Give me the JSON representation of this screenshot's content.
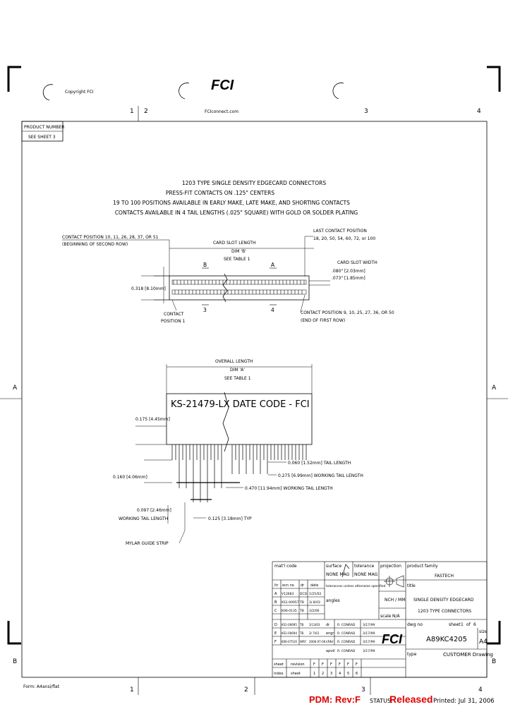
{
  "header": {
    "copyright": "Copyright FCI",
    "logo": "FCI",
    "website": "FCIconnect.com",
    "zones_top": [
      "1",
      "2",
      "3",
      "4"
    ],
    "zones_bottom": [
      "1",
      "2",
      "3",
      "4"
    ],
    "zone_left_a": "A",
    "zone_left_b": "B",
    "zone_right_a": "A",
    "zone_right_b": "B"
  },
  "product_number_box": {
    "label": "PRODUCT NUMBER",
    "value": "SEE SHEET 3"
  },
  "description": [
    "1203 TYPE SINGLE DENSITY EDGECARD CONNECTORS",
    "PRESS-FIT CONTACTS ON .125\" CENTERS",
    "19 TO 100 POSITIONS AVAILABLE IN EARLY MAKE, LATE MAKE, AND SHORTING CONTACTS",
    "CONTACTS AVAILABLE IN 4 TAIL LENGTHS (.025\" SQUARE) WITH GOLD OR SOLDER PLATING"
  ],
  "top_view": {
    "contact_pos_second_row": "CONTACT POSITION 10, 11, 26, 28, 37, OR 51",
    "second_row_note": "(BEGINNING OF SECOND ROW)",
    "card_slot_length": "CARD SLOT LENGTH",
    "dim_b": "DIM 'B'",
    "see_table": "SEE TABLE 1",
    "last_contact": "LAST CONTACT POSITION",
    "last_contact_values": "18, 20, 50, 54, 60, 72, or 100",
    "card_slot_width": "CARD SLOT WIDTH",
    "slot_w1": ".080\" [2.03mm]",
    "slot_w2": ".073\" [1.85mm]",
    "height_dim": "0.318 [8.10mm]",
    "section_b": "B",
    "section_a": "A",
    "mark_3": "3",
    "mark_4": "4",
    "contact_pos1_a": "CONTACT",
    "contact_pos1_b": "POSITION 1",
    "contact_pos_first_row": "CONTACT POSITION 9, 10, 25, 27, 36, OR 50",
    "first_row_note": "(END OF FIRST ROW)"
  },
  "side_view": {
    "overall_length": "OVERALL LENGTH",
    "dim_a": "DIM 'A'",
    "see_table": "SEE TABLE 1",
    "body_label": "KS-21479-LX   DATE CODE - FCI",
    "dim_175": "0.175 [4.45mm]",
    "dim_160": "0.160 [4.06mm]",
    "dim_060": "0.060 [1.52mm] TAIL LENGTH",
    "dim_275": "0.275 [6.99mm] WORKING TAIL LENGTH",
    "dim_470": "0.470 [11.94mm] WORKING TAIL LENGTH",
    "dim_097_a": "0.097 [2.46mm]",
    "dim_097_b": "WORKING TAIL LENGTH",
    "dim_125": "0.125 [3.18mm] TYP",
    "mylar": "MYLAR GUIDE STRIP"
  },
  "title_block": {
    "matl_code": "mat'l code",
    "surface": "surface",
    "surface_val": "NONE  MAG",
    "tolerance": "tolerance",
    "tolerance_val": "NONE  MAG",
    "projection": "projection",
    "product_family": "product family",
    "product_family_val": "FASTECH",
    "title_label": "title",
    "title_line1": "SINGLE DENSITY EDGECARD",
    "title_line2": "1203 TYPE CONNECTORS",
    "tolerance_note": "tolerances unless otherwise specified",
    "angles": "angles",
    "projection_val": "NCH / MM",
    "scale_label": "scale",
    "scale_val": "N/A",
    "rev_headers": [
      "ltr",
      "ecn no",
      "dr",
      "date"
    ],
    "revisions": [
      [
        "A",
        "V12683",
        "DCD",
        "1/25/02"
      ],
      [
        "B",
        "KS1-00957",
        "TB",
        "3/ 8/03"
      ],
      [
        "C",
        "K06-0135",
        "TB",
        "3/2/06"
      ],
      [
        "D",
        "KS1-00695",
        "TB",
        "3/13/03"
      ],
      [
        "E",
        "KS1-00694",
        "TB",
        "3/ 7/03"
      ],
      [
        "F",
        "K06-07516",
        "WRY",
        "2006-07-06"
      ]
    ],
    "signoffs": [
      {
        "role": "dr",
        "name": "R. CONRAD",
        "date": "3/17/99"
      },
      {
        "role": "engr",
        "name": "R. CONRAD",
        "date": "3/17/99"
      },
      {
        "role": "chkr",
        "name": "R. CONRAD",
        "date": "3/17/99"
      },
      {
        "role": "apvd",
        "name": "R. CONRAD",
        "date": "3/17/99"
      }
    ],
    "dwg_no_label": "dwg no",
    "dwg_no": "A89KC4205",
    "sheet_label": "sheet",
    "sheet_val": "1",
    "of_label": "of",
    "of_val": "6",
    "size_label": "size",
    "size_val": "A4",
    "type_label": "type",
    "type_val": "CUSTOMER Drawing",
    "sheet_row_label": "sheet",
    "revision_label": "revision",
    "revision_vals": [
      "F",
      "F",
      "F",
      "F",
      "F",
      "F"
    ],
    "index_label": "index",
    "index_vals": [
      "sheet",
      "1",
      "2",
      "3",
      "4",
      "5",
      "6"
    ]
  },
  "footer": {
    "form": "Form: A4ansi/flat",
    "pdm": "PDM: Rev:F",
    "status_label": "STATUS:",
    "status_val": "Released",
    "printed": "Printed: Jul 31, 2006"
  }
}
